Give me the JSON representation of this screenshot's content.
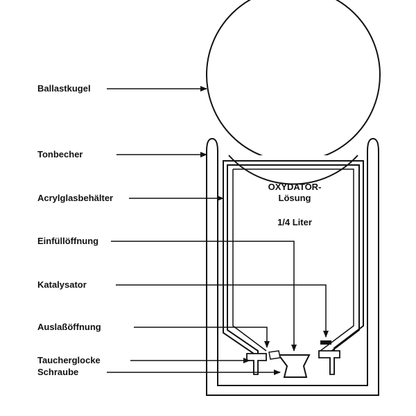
{
  "labels": {
    "ballastkugel": "Ballastkugel",
    "tonbecher": "Tonbecher",
    "acrylglasbehaelter": "Acrylglasbehälter",
    "einfuelloeffnung": "Einfüllöffnung",
    "katalysator": "Katalysator",
    "auslassoeffnung": "Auslaßöffnung",
    "taucherglocke": "Taucherglocke",
    "schraube": "Schraube"
  },
  "container_text": {
    "line1": "OXYDATOR-",
    "line2": "Lösung",
    "volume": "1/4 Liter"
  },
  "colors": {
    "line": "#111111",
    "background": "#ffffff"
  }
}
